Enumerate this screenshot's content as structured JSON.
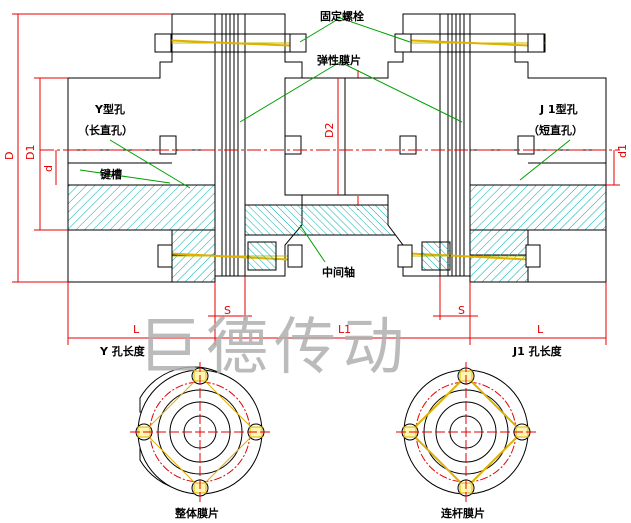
{
  "labels": {
    "fixing_bolt": "固定螺栓",
    "elastic_disc": "弹性膜片",
    "y_hole_line1": "Y型孔",
    "y_hole_line2": "（长直孔）",
    "j1_hole_line1": "J 1型孔",
    "j1_hole_line2": "（短直孔）",
    "keyway": "键槽",
    "middle_shaft": "中间轴",
    "y_hole_length": "Y 孔长度",
    "j1_hole_length": "J1 孔长度",
    "integral_disc": "整体膜片",
    "linked_disc": "连杆膜片"
  },
  "dimensions": {
    "D": "D",
    "D1": "D1",
    "d": "d",
    "D2": "D2",
    "d1": "d1",
    "S_left": "S",
    "S_right": "S",
    "L_left": "L",
    "L1": "L1",
    "L_right": "L"
  },
  "watermark": "巨德传动",
  "colors": {
    "outline": "#000000",
    "dimension": "#e60000",
    "centerline": "#e60000",
    "leader": "#00a000",
    "hatch": "#00b0b0",
    "bolt_fill": "#ffe000",
    "bolt_line": "#c0c000",
    "watermark": "#b0b0b0"
  }
}
